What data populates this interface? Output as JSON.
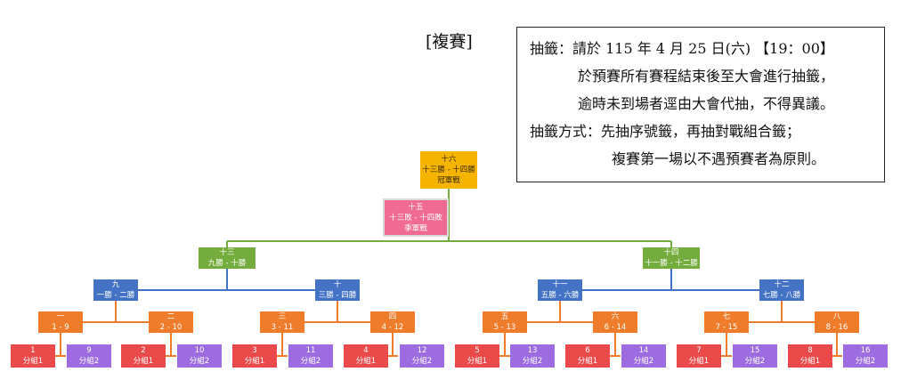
{
  "title": "[複賽]",
  "notes": [
    "抽籤：請於 115 年 4 月 25 日(六) 【19：00】",
    "於預賽所有賽程結束後至大會進行抽籤，",
    "逾時未到場者逕由大會代抽，不得異議。",
    "抽籤方式：先抽序號籤，再抽對戰組合籤；",
    "複賽第一場以不遇預賽者為原則。"
  ],
  "bracket": {
    "final": {
      "number": "十六",
      "matchup": "十三勝 - 十四勝",
      "label": "冠軍戰"
    },
    "third_place": {
      "number": "十五",
      "matchup": "十三敗 - 十四敗",
      "label": "季軍戰"
    },
    "semifinals": [
      {
        "number": "十三",
        "matchup": "九勝 - 十勝"
      },
      {
        "number": "十四",
        "matchup": "十一勝 - 十二勝"
      }
    ],
    "quarterfinals": [
      {
        "number": "九",
        "matchup": "一勝 - 二勝"
      },
      {
        "number": "十",
        "matchup": "三勝 - 四勝"
      },
      {
        "number": "十一",
        "matchup": "五勝 - 六勝"
      },
      {
        "number": "十二",
        "matchup": "七勝 - 八勝"
      }
    ],
    "round1": [
      {
        "number": "一",
        "matchup": "1 - 9"
      },
      {
        "number": "二",
        "matchup": "2 - 10"
      },
      {
        "number": "三",
        "matchup": "3 - 11"
      },
      {
        "number": "四",
        "matchup": "4 - 12"
      },
      {
        "number": "五",
        "matchup": "5 - 13"
      },
      {
        "number": "六",
        "matchup": "6 - 14"
      },
      {
        "number": "七",
        "matchup": "7 - 15"
      },
      {
        "number": "八",
        "matchup": "8 - 16"
      }
    ],
    "seeds": [
      {
        "seed": "1",
        "group": "分組1"
      },
      {
        "seed": "9",
        "group": "分組2"
      },
      {
        "seed": "2",
        "group": "分組1"
      },
      {
        "seed": "10",
        "group": "分組2"
      },
      {
        "seed": "3",
        "group": "分組1"
      },
      {
        "seed": "11",
        "group": "分組2"
      },
      {
        "seed": "4",
        "group": "分組1"
      },
      {
        "seed": "12",
        "group": "分組2"
      },
      {
        "seed": "5",
        "group": "分組1"
      },
      {
        "seed": "13",
        "group": "分組2"
      },
      {
        "seed": "6",
        "group": "分組1"
      },
      {
        "seed": "14",
        "group": "分組2"
      },
      {
        "seed": "7",
        "group": "分組1"
      },
      {
        "seed": "15",
        "group": "分組2"
      },
      {
        "seed": "8",
        "group": "分組1"
      },
      {
        "seed": "16",
        "group": "分組2"
      }
    ]
  },
  "colors": {
    "final": "#f5b400",
    "third_place": "#ef6b93",
    "semifinal": "#74ac3e",
    "quarterfinal": "#4472c4",
    "round1": "#ee7c2b",
    "group1": "#ea4a4a",
    "group2": "#9c6ce0"
  }
}
